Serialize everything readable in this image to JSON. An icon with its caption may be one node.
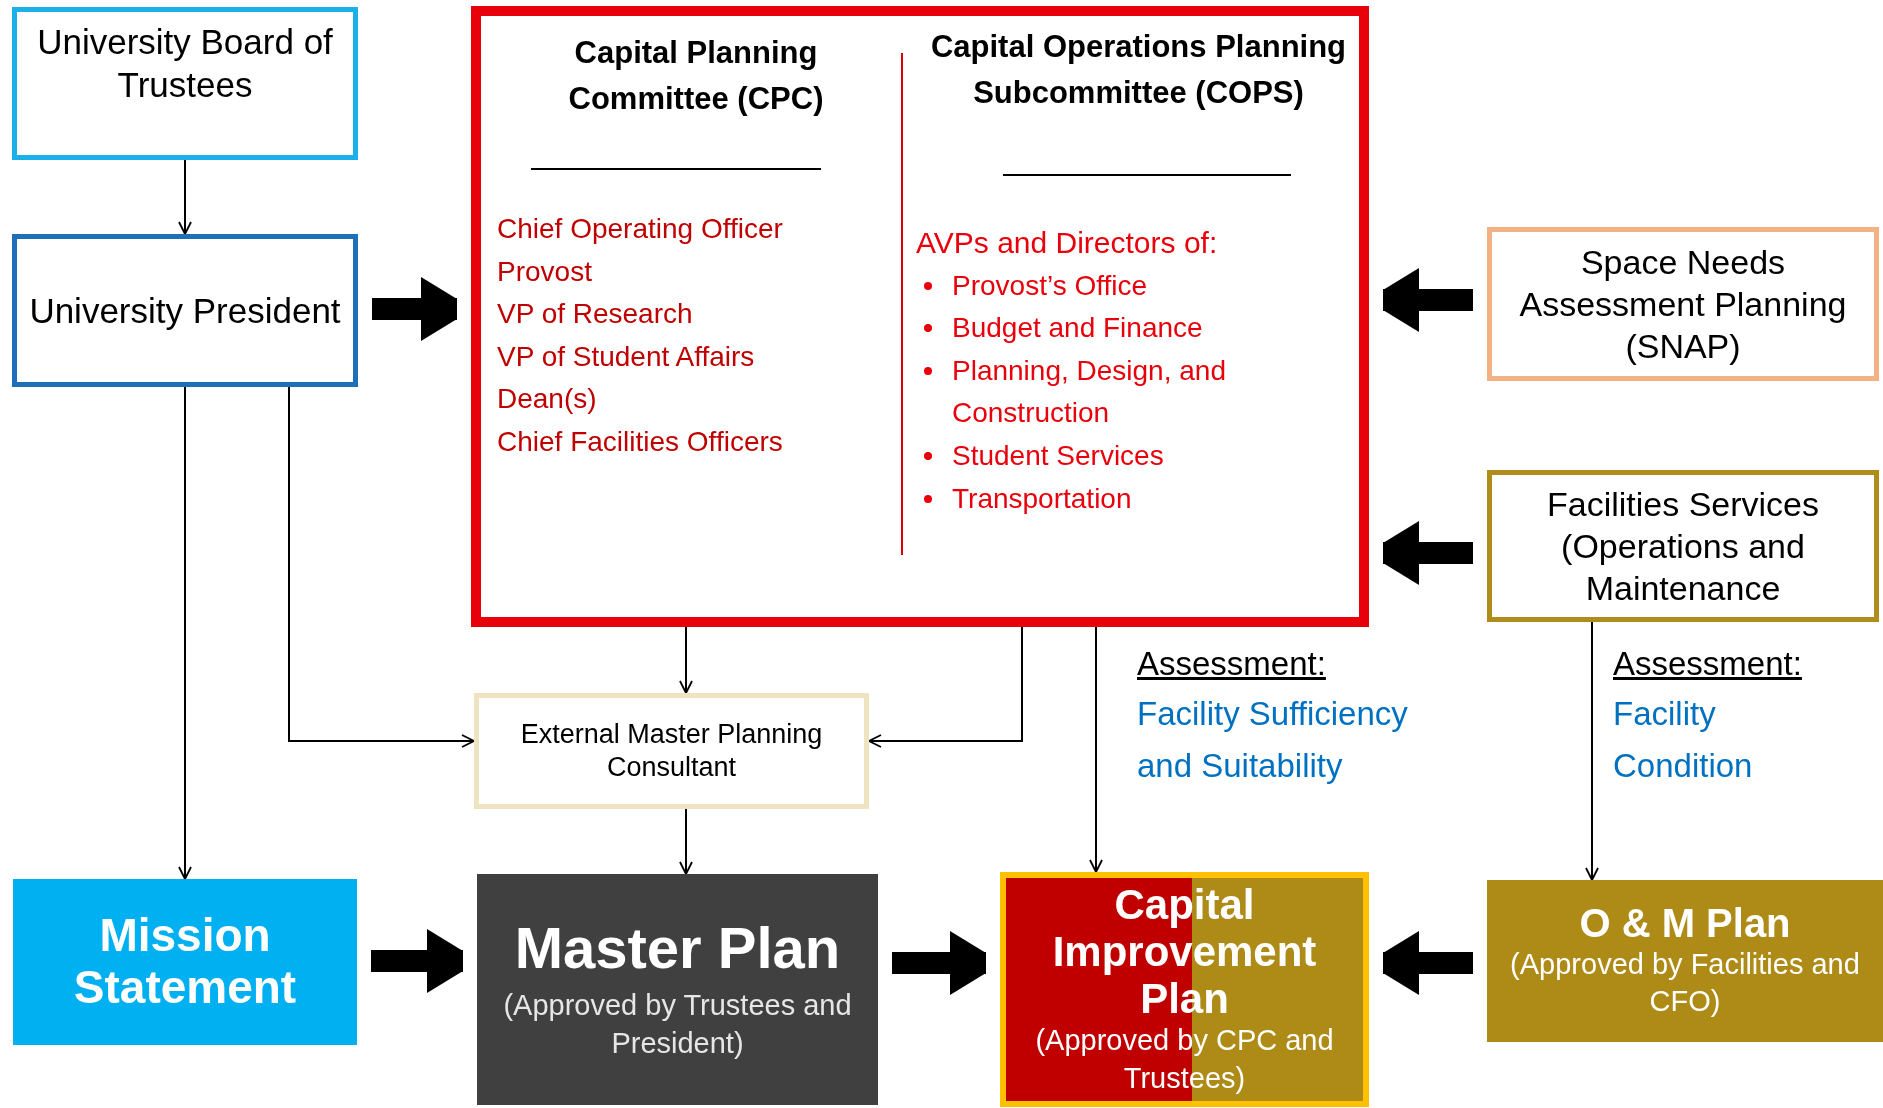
{
  "diagram": {
    "nodes": [
      {
        "text": [
          "University Board of Trustees"
        ]
      },
      {
        "text": [
          "University President"
        ]
      },
      {
        "text": [
          "Capital Planning Committee (CPC)",
          "Chief Operating Officer",
          "Provost",
          "VP of Research",
          "VP of Student Affairs",
          "Dean(s)",
          "Chief Facilities Officers",
          "Capital Operations Planning Subcommittee (COPS)",
          "AVPs and Directors of:",
          "Provost’s Office",
          "Budget and Finance",
          "Planning, Design, and Construction",
          "Student Services",
          "Transportation"
        ]
      },
      {
        "text": [
          "Space Needs Assessment Planning (SNAP)"
        ]
      },
      {
        "text": [
          "Facilities Services (Operations and Maintenance"
        ]
      },
      {
        "text": [
          "External Master Planning Consultant"
        ]
      },
      {
        "text": [
          "Mission Statement"
        ]
      },
      {
        "text": [
          "Master Plan",
          "(Approved by Trustees and President)"
        ]
      },
      {
        "text": [
          "Capital Improvement Plan",
          "(Approved by CPC and Trustees)"
        ]
      },
      {
        "text": [
          "O & M Plan",
          "(Approved by Facilities and CFO)"
        ]
      }
    ],
    "edges": [
      {
        "from": 0,
        "to": 1,
        "arrow": "to"
      },
      {
        "from": 1,
        "to": 2,
        "arrow": "to",
        "style": "thick"
      },
      {
        "from": 3,
        "to": 2,
        "arrow": "to",
        "style": "thick"
      },
      {
        "from": 4,
        "to": 2,
        "arrow": "to",
        "style": "thick"
      },
      {
        "from": 1,
        "to": 6,
        "arrow": "to"
      },
      {
        "from": 1,
        "to": 5,
        "arrow": "to"
      },
      {
        "from": 2,
        "to": 5,
        "arrow": "to"
      },
      {
        "from": 2,
        "to": 5,
        "arrow": "to"
      },
      {
        "from": 2,
        "to": 8,
        "arrow": "to"
      },
      {
        "from": 4,
        "to": 9,
        "arrow": "to"
      },
      {
        "from": 5,
        "to": 7,
        "arrow": "to"
      },
      {
        "from": 6,
        "to": 7,
        "arrow": "to",
        "style": "thick"
      },
      {
        "from": 7,
        "to": 8,
        "arrow": "to",
        "style": "thick"
      },
      {
        "from": 9,
        "to": 8,
        "arrow": "to",
        "style": "thick"
      }
    ],
    "labels": [
      "Assessment:",
      "Facility Sufficiency and Suitability",
      "Assessment:",
      "Facility Condition"
    ]
  }
}
